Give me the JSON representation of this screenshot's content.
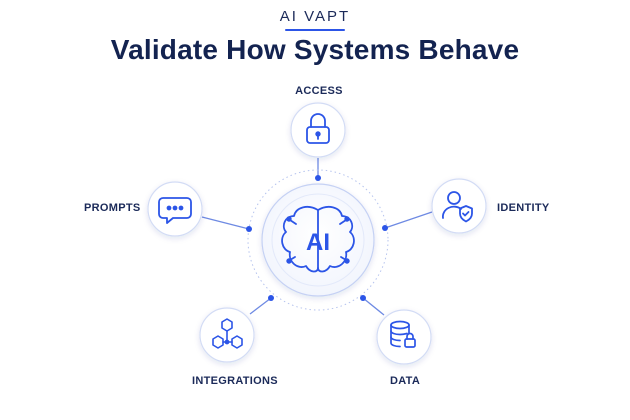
{
  "header": {
    "kicker": "AI VAPT",
    "title": "Validate How Systems Behave"
  },
  "center": {
    "label": "AI",
    "icon": "brain-circuit-icon"
  },
  "nodes": {
    "access": {
      "label": "ACCESS",
      "icon": "lock-icon"
    },
    "prompts": {
      "label": "PROMPTS",
      "icon": "chat-bubble-icon"
    },
    "identity": {
      "label": "IDENTITY",
      "icon": "user-shield-icon"
    },
    "integrations": {
      "label": "INTEGRATIONS",
      "icon": "network-cubes-icon"
    },
    "data": {
      "label": "DATA",
      "icon": "database-lock-icon"
    }
  },
  "colors": {
    "accent": "#2c55e7",
    "title": "#132350",
    "line": "#5f7fe0",
    "ring": "#c9d4f5"
  }
}
